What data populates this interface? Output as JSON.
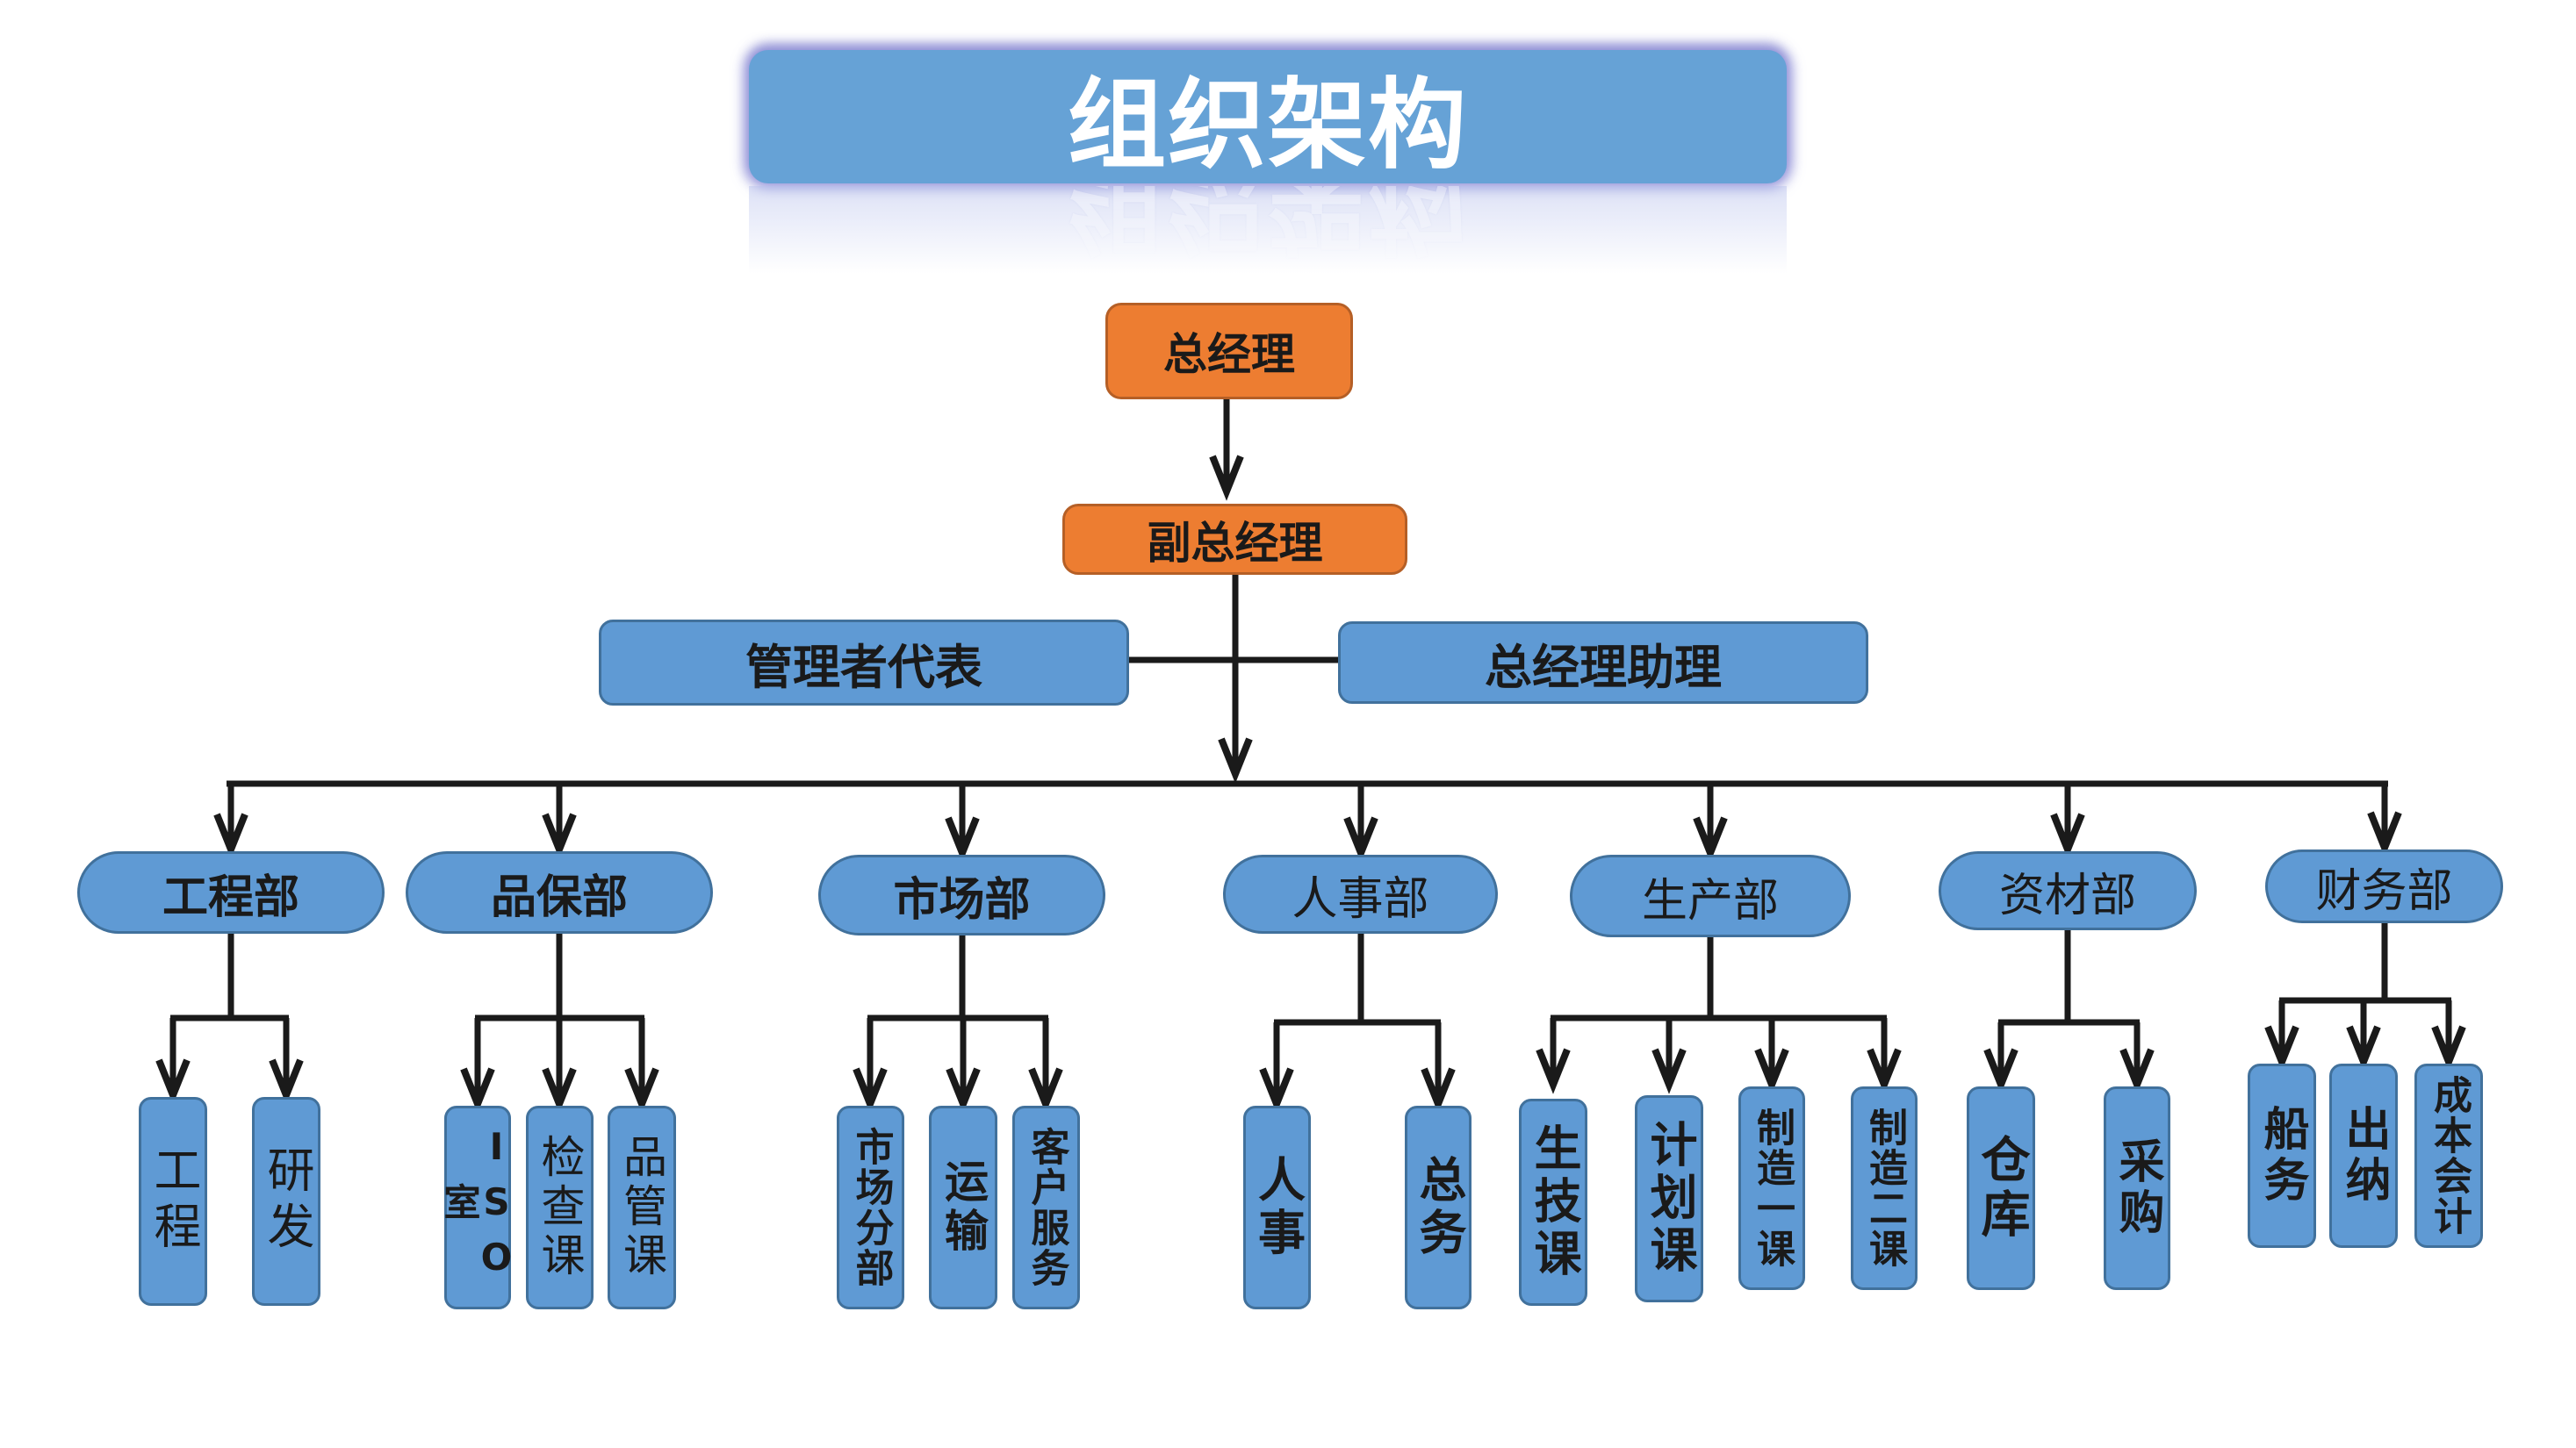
{
  "title": "组织架构",
  "colors": {
    "executive_fill": "#ed7d31",
    "unit_fill": "#5f9ad4",
    "title_fill": "#66a2d6",
    "connector": "#1a1a1a"
  },
  "executives": {
    "general_manager": "总经理",
    "deputy_general_manager": "副总经理"
  },
  "staff": {
    "management_representative": "管理者代表",
    "gm_assistant": "总经理助理"
  },
  "departments": [
    {
      "name": "工程部",
      "units": [
        "工程",
        "研发"
      ]
    },
    {
      "name": "品保部",
      "units": [
        "ISO室",
        "检查课",
        "品管课"
      ]
    },
    {
      "name": "市场部",
      "units": [
        "市场分部",
        "运输",
        "客户服务"
      ]
    },
    {
      "name": "人事部",
      "units": [
        "人事",
        "总务"
      ]
    },
    {
      "name": "生产部",
      "units": [
        "生技课",
        "计划课",
        "制造一课",
        "制造二课"
      ]
    },
    {
      "name": "资材部",
      "units": [
        "仓库",
        "采购"
      ]
    },
    {
      "name": "财务部",
      "units": [
        "船务",
        "出纳",
        "成本会计"
      ]
    }
  ]
}
